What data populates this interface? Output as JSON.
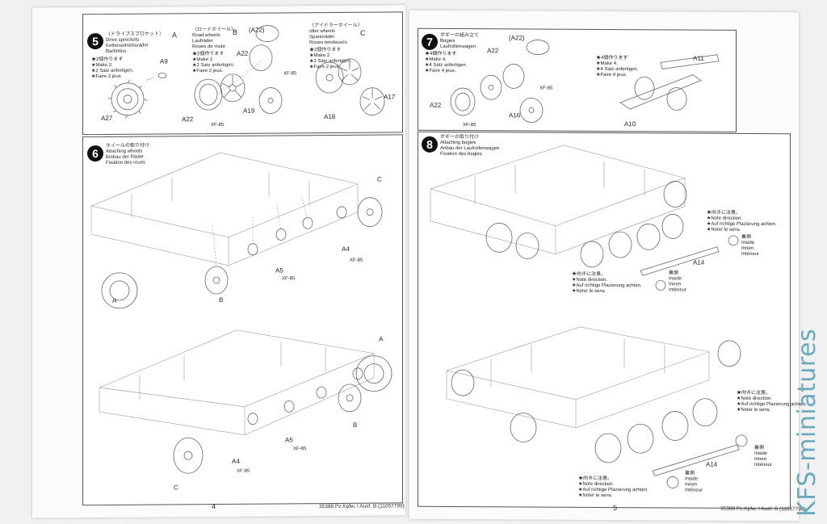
{
  "step5": {
    "num": "5",
    "text_jp": "〈ドライブスプロケット〉",
    "text_en": "Drive sprockets",
    "text_de": "Kettenantriebsräder",
    "text_fr": "Barbotins",
    "make_jp": "★2個作ります",
    "make_en": "★Make 2.",
    "make_de": "★2 Satz anfertigen.",
    "make_fr": "★Faire 2 jeux.",
    "label_A": "A",
    "label_B": "B",
    "label_C": "C",
    "roadwheels_jp": "〈ロードホイール〉",
    "roadwheels_en": "Road wheels",
    "roadwheels_de": "Laufräder",
    "roadwheels_fr": "Roues de route",
    "idler_jp": "〈アイドラーホイール〉",
    "idler_en": "Idler wheels",
    "idler_de": "Spannräder",
    "idler_fr": "Roues tendeuses",
    "parts": [
      "A9",
      "A27",
      "A22",
      "(A22)",
      "A19",
      "A22",
      "A18",
      "A17"
    ],
    "paint": [
      "XF-85",
      "XF-85"
    ]
  },
  "step6": {
    "num": "6",
    "text_jp": "ホイールの取り付け",
    "text_en": "Attaching wheels",
    "text_de": "Einbau der Räder",
    "text_fr": "Fixation des roues",
    "labels": [
      "A",
      "B",
      "C",
      "A4",
      "A5",
      "XF-85",
      "XF-85",
      "A",
      "B",
      "C",
      "A4",
      "A5",
      "XF-85",
      "XF-85"
    ]
  },
  "step7": {
    "num": "7",
    "text_jp": "ボギーの組み立て",
    "text_en": "Bogies",
    "text_de": "Laufrollenwagen",
    "make_jp": "★4個作ります",
    "make_en": "★Make 4.",
    "make_de": "★4 Satz anfertigen.",
    "make_fr": "★Faire 4 jeux.",
    "parts": [
      "(A22)",
      "A22",
      "A22",
      "A16",
      "A11",
      "A10"
    ],
    "paint": "XF-85"
  },
  "step8": {
    "num": "8",
    "text_jp": "ボギーの取り付け",
    "text_en": "Attaching bogies",
    "text_de": "Anbau der Laufrollenwagen",
    "text_fr": "Fixation des bogies",
    "note_jp": "★向きに注意。",
    "note_en": "★Note direction.",
    "note_de": "★Auf richtige Plazierung achten.",
    "note_fr": "★Noter le sens.",
    "inside_jp": "裏側",
    "inside_en": "Inside",
    "inside_de": "Innen",
    "inside_fr": "Intérieur",
    "part": "A14"
  },
  "footer": {
    "left_page_number": "4",
    "left_code": "35388  Pz.Kpfw. I Ausf. B (11057799)",
    "right_page_number": "5",
    "right_code": "35388  Pz.Kpfw. I Ausf. B (11057799)"
  },
  "watermark": "KFS-miniatures"
}
